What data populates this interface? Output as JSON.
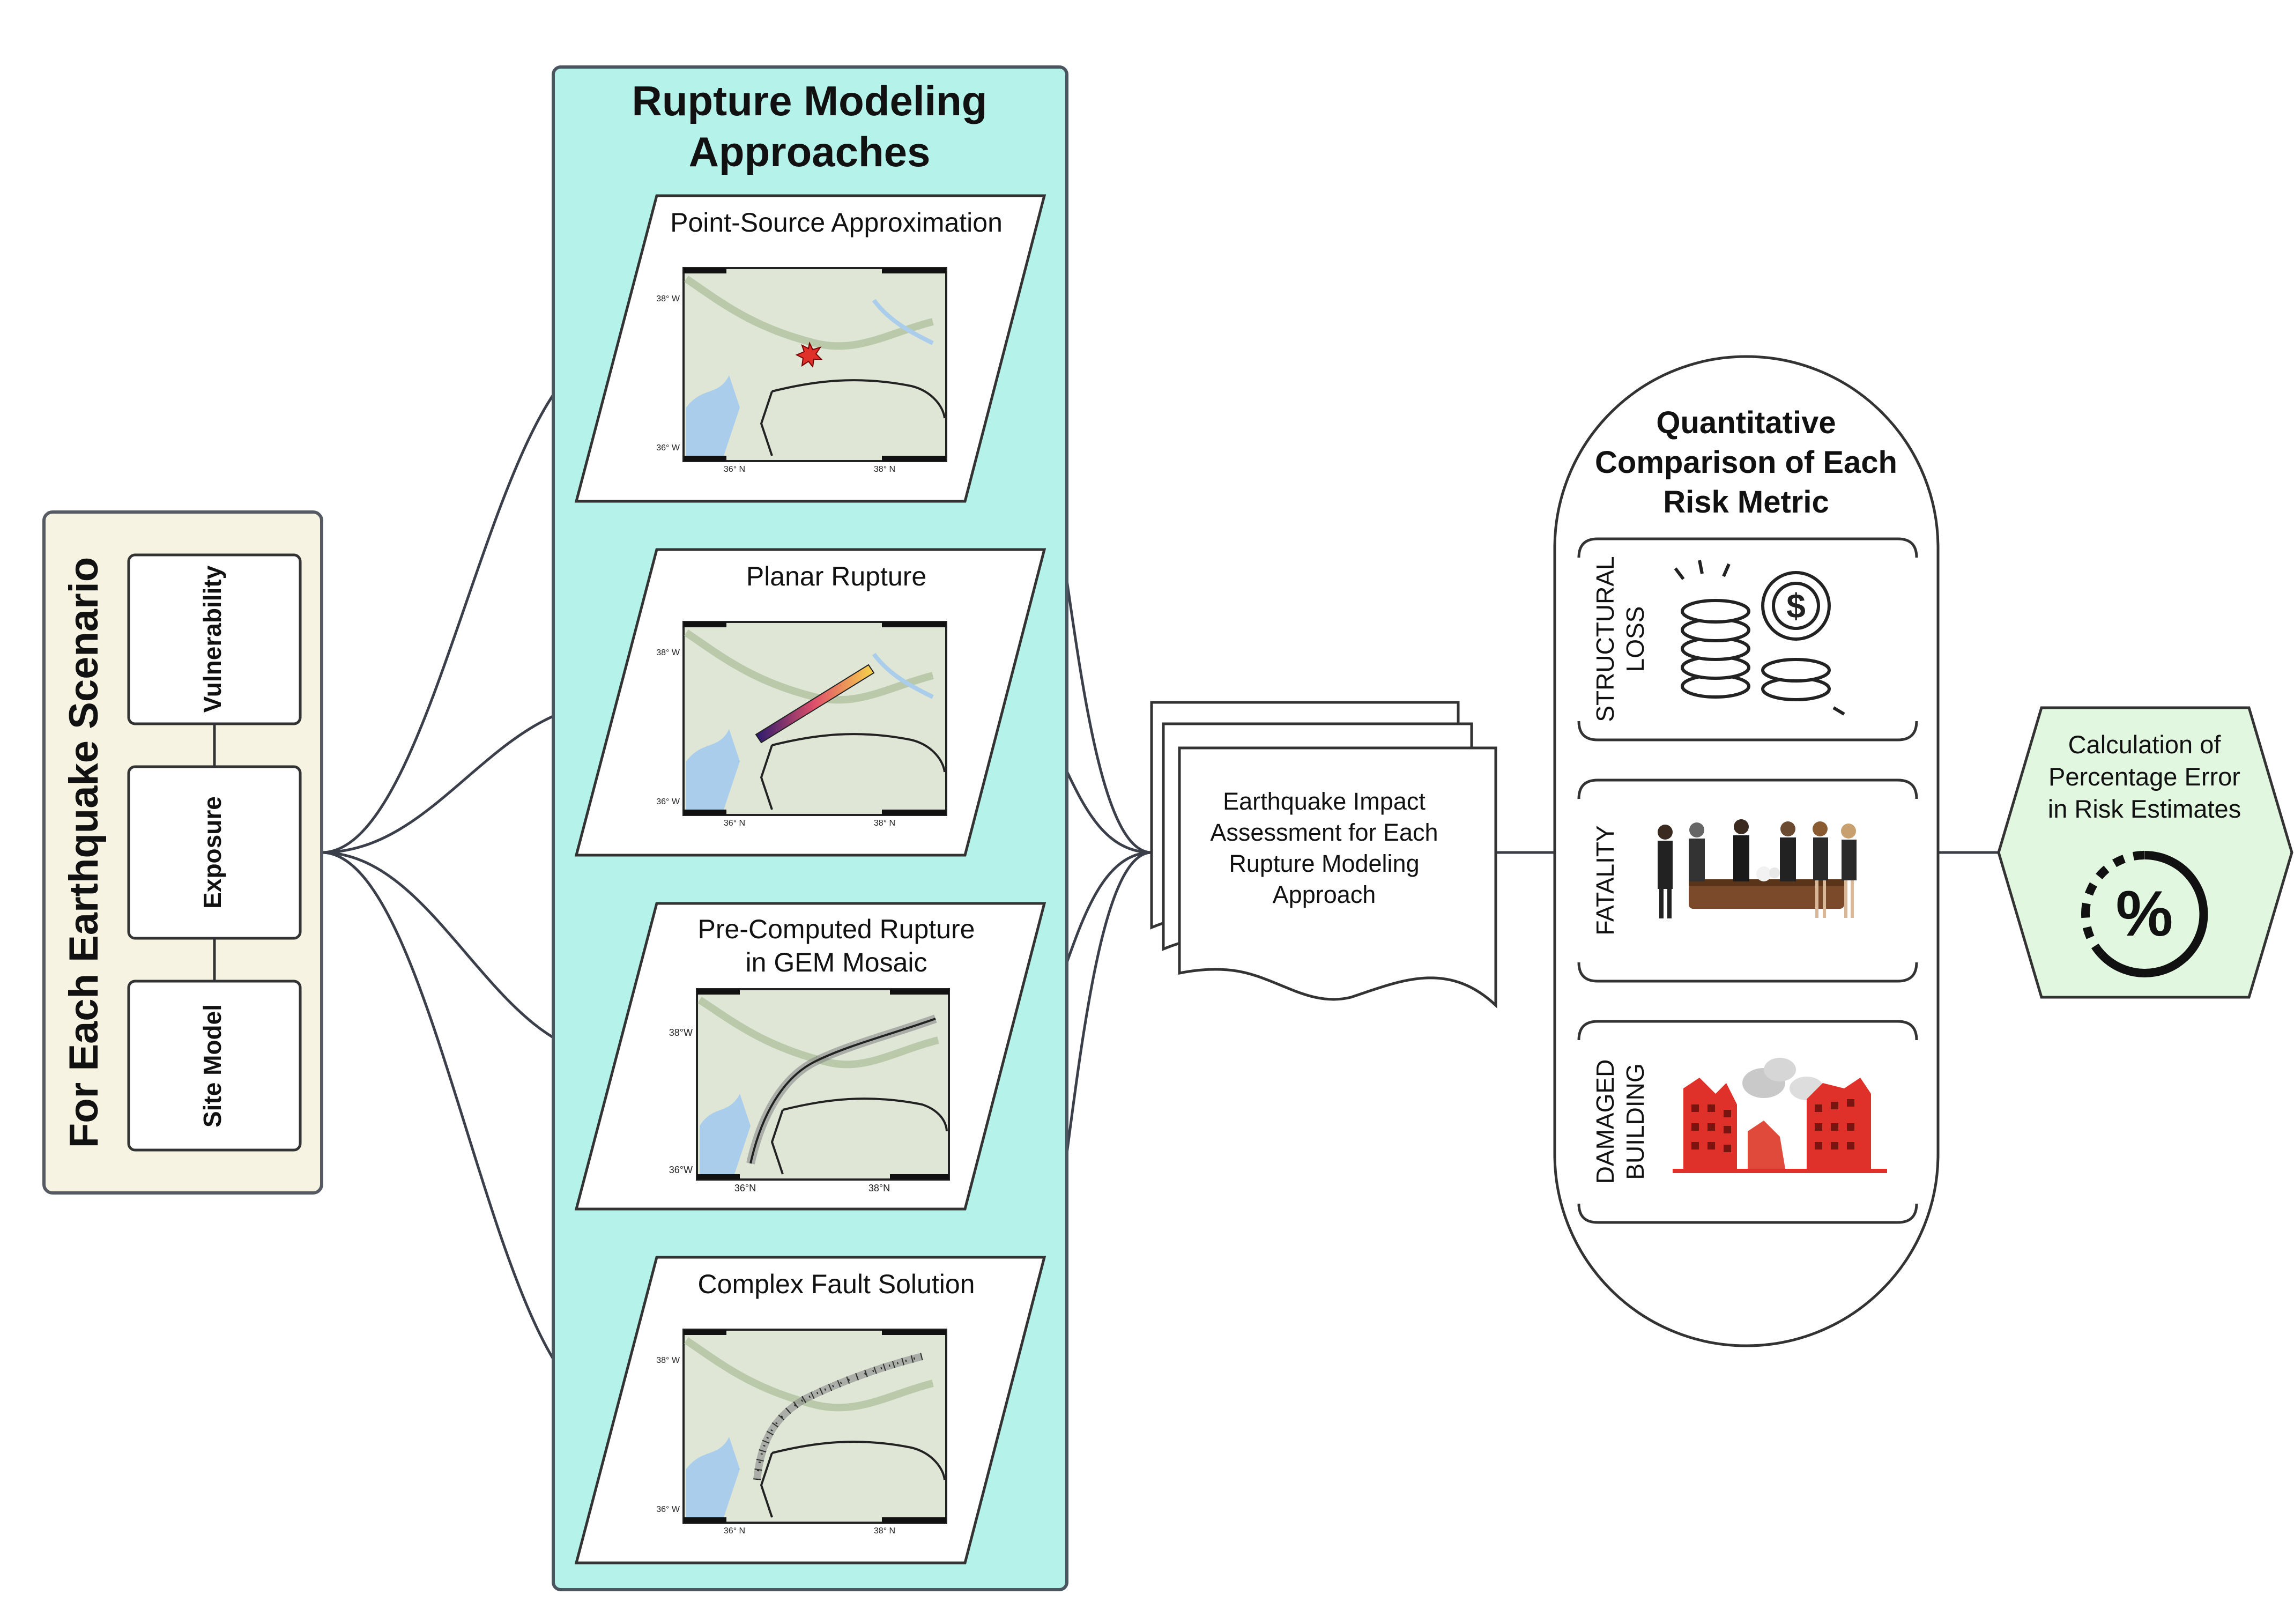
{
  "scenario": {
    "title": "For Each Earthquake Scenario",
    "components": [
      "Vulnerability",
      "Exposure",
      "Site Model"
    ]
  },
  "rupture": {
    "title_line1": "Rupture Modeling",
    "title_line2": "Approaches",
    "approaches": [
      {
        "label": "Point-Source Approximation",
        "lat_labels": [
          "38° W",
          "36° W"
        ],
        "lon_labels": [
          "36° N",
          "38° N"
        ]
      },
      {
        "label": "Planar Rupture",
        "lat_labels": [
          "38° W",
          "36° W"
        ],
        "lon_labels": [
          "36° N",
          "38° N"
        ]
      },
      {
        "label_line1": "Pre-Computed Rupture",
        "label_line2": "in GEM Mosaic",
        "lat_labels": [
          "38°W",
          "36°W"
        ],
        "lon_labels": [
          "36°N",
          "38°N"
        ]
      },
      {
        "label": "Complex Fault Solution",
        "lat_labels": [
          "38° W",
          "36° W"
        ],
        "lon_labels": [
          "36° N",
          "38° N"
        ]
      }
    ]
  },
  "impact": {
    "lines": [
      "Earthquake Impact",
      "Assessment for Each",
      "Rupture Modeling",
      "Approach"
    ]
  },
  "comparison": {
    "title_lines": [
      "Quantitative",
      "Comparison of Each",
      "Risk Metric"
    ],
    "metrics": [
      {
        "label_lines": [
          "STRUCTURAL",
          "LOSS"
        ],
        "icon": "coins-icon"
      },
      {
        "label_lines": [
          "FATALITY"
        ],
        "icon": "funeral-icon"
      },
      {
        "label_lines": [
          "DAMAGED",
          "BUILDING"
        ],
        "icon": "damaged-building-icon"
      }
    ]
  },
  "result": {
    "lines": [
      "Calculation of",
      "Percentage Error",
      "in Risk Estimates"
    ],
    "symbol": "%"
  },
  "colors": {
    "scenario_fill": "#f6f3e3",
    "rupture_fill": "#b5f2ea",
    "result_fill": "#e2f7e0",
    "line": "#3a3f4a",
    "map_land": "#dfe6d6",
    "map_water": "#a9cdea",
    "accent_red": "#e0302a"
  }
}
